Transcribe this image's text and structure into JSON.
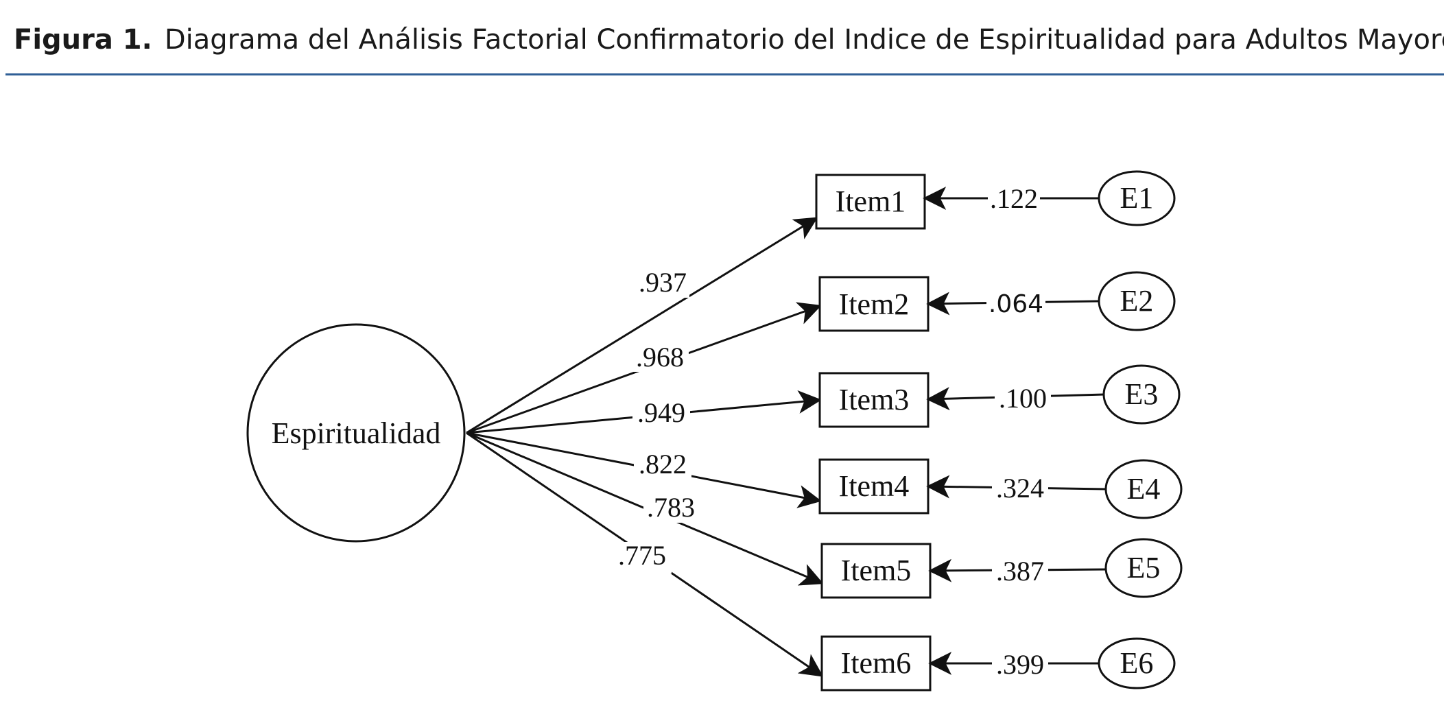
{
  "figure": {
    "label": "Figura 1.",
    "title": "Diagrama del Análisis Factorial Confirmatorio del Indice de Espiritualidad para Adultos Mayores"
  },
  "diagram": {
    "latent": "Espiritualidad",
    "items": [
      {
        "name": "Item1",
        "loading": ".937",
        "error": "E1",
        "error_value": ".122"
      },
      {
        "name": "Item2",
        "loading": ".968",
        "error": "E2",
        "error_value": ".064"
      },
      {
        "name": "Item3",
        "loading": ".949",
        "error": "E3",
        "error_value": ".100"
      },
      {
        "name": "Item4",
        "loading": ".822",
        "error": "E4",
        "error_value": ".324"
      },
      {
        "name": "Item5",
        "loading": ".783",
        "error": "E5",
        "error_value": ".387"
      },
      {
        "name": "Item6",
        "loading": ".775",
        "error": "E6",
        "error_value": ".399"
      }
    ]
  }
}
